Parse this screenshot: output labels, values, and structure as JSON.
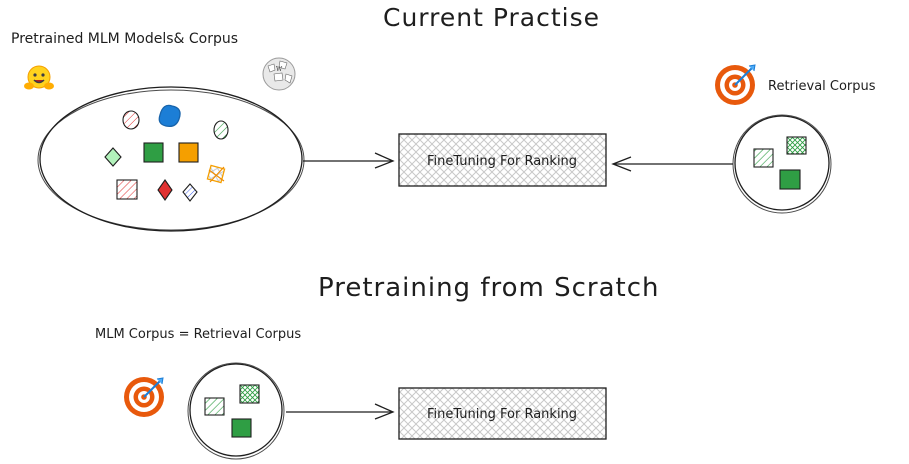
{
  "titles": {
    "current": "Current Practise",
    "scratch": "Pretraining from Scratch"
  },
  "labels": {
    "pretrained": "Pretrained MLM Models& Corpus",
    "retrieval_corpus": "Retrieval Corpus",
    "mlm_equals_retrieval": "MLM Corpus = Retrieval Corpus"
  },
  "boxes": {
    "finetune_top": "FineTuning For Ranking",
    "finetune_bottom": "FineTuning For Ranking"
  },
  "icons": {
    "huggingface": "hugging-face-emoji-icon",
    "wikipedia": "wikipedia-globe-icon",
    "target": "bullseye-target-icon"
  },
  "colors": {
    "stroke": "#1e1e1e",
    "green_light": "#b2f2bb",
    "green_dark": "#2f9e44",
    "orange": "#f59f00",
    "red_light": "#ffc9c9",
    "red": "#e03131",
    "blue": "#1c7ed6",
    "target_red": "#e8590c",
    "yellow": "#ffd43b"
  }
}
